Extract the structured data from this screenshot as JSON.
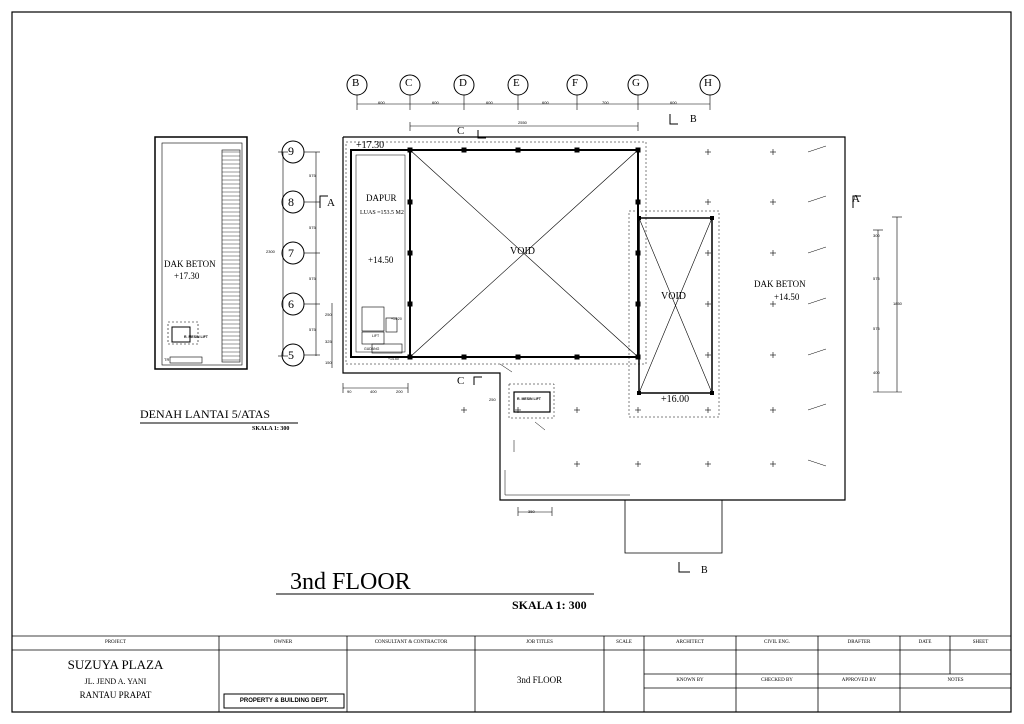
{
  "drawing": {
    "title": "3nd  FLOOR",
    "scale": "SKALA 1: 300",
    "inset_title": "DENAH LANTAI 5/ATAS",
    "inset_scale": "SKALA 1: 300"
  },
  "grid": {
    "col_labels": [
      "B",
      "C",
      "D",
      "E",
      "F",
      "G",
      "H"
    ],
    "col_dims": [
      "600",
      "600",
      "600",
      "600",
      "700",
      "600"
    ],
    "col_total": "2550",
    "row_labels": [
      "9",
      "8",
      "7",
      "6",
      "5"
    ],
    "row_dims": [
      "575",
      "575",
      "575",
      "575"
    ],
    "row_total": "2300",
    "row_sub_dims": [
      "250",
      "325",
      "150"
    ],
    "right_dims": [
      "300",
      "575",
      "575",
      "400"
    ],
    "right_total": "1850"
  },
  "rooms": {
    "dapur": "DAPUR",
    "dapur_area": "LUAS =153.5 M2",
    "void_main": "VOID",
    "void_small": "VOID",
    "dak_beton_main": "DAK BETON",
    "dak_beton_inset": "DAK BETON",
    "lift": "LIFT",
    "gudang": "GUDANG",
    "r_mesin_inset": "R. MESIN LIFT",
    "r_mesin_main": "R. MESIN LIFT",
    "tr": "TR"
  },
  "levels": {
    "top": "+17.30",
    "dapur": "+14.50",
    "dak": "+14.50",
    "void_small": "+16.00",
    "inset_dak": "+17.30",
    "small_a": "+14.20",
    "small_b": "+14.50"
  },
  "sections": {
    "a_left": "A",
    "a_right": "A",
    "b_top": "B",
    "b_bottom": "B",
    "c_top": "C",
    "c_bottom": "C"
  },
  "misc_dims": {
    "bottom_dims": [
      "90",
      "400",
      "200"
    ],
    "mesin_dim": "250",
    "proj_dim": "350"
  },
  "title_block": {
    "headers": [
      "PROJECT",
      "OWNER",
      "CONSULTANT & CONTRACTOR",
      "JOB TITLES",
      "SCALE",
      "ARCHITECT",
      "CIVIL ENG.",
      "DRAFTER",
      "DATE",
      "SHEET"
    ],
    "row2_headers": [
      "KNOWN BY",
      "CHECKED BY",
      "APPROVED BY",
      "NOTES"
    ],
    "project_name": "SUZUYA PLAZA",
    "project_addr1": "JL. JEND A. YANI",
    "project_addr2": "RANTAU  PRAPAT",
    "owner_label": "PROPERTY & BUILDING DEPT.",
    "job_title": "3nd FLOOR"
  }
}
